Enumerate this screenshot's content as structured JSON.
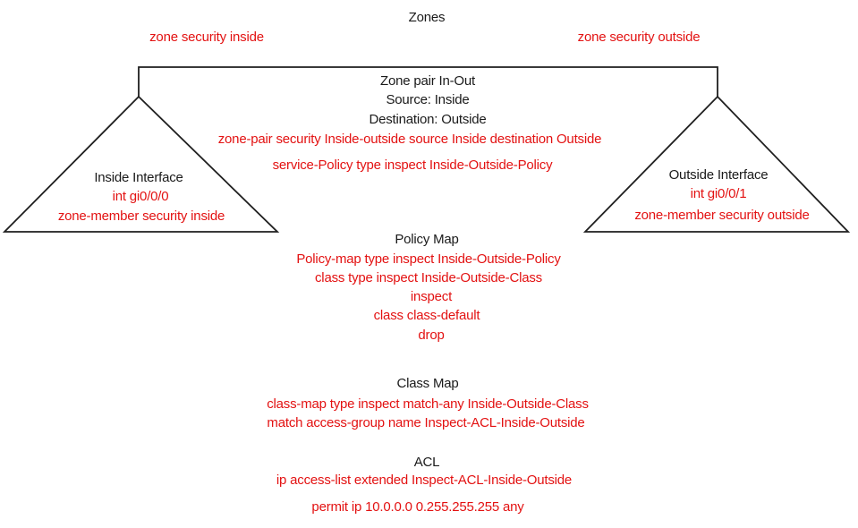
{
  "colors": {
    "background": "#ffffff",
    "text": "#1a1a1a",
    "command": "#e31212",
    "line": "#1f1f1f"
  },
  "zones": {
    "title": "Zones",
    "inside_cmd": "zone security inside",
    "outside_cmd": "zone security outside"
  },
  "zone_pair": {
    "title": "Zone pair In-Out",
    "source": "Source: Inside",
    "destination": "Destination: Outside",
    "cmd_zone_pair": "zone-pair security Inside-outside source Inside destination Outside",
    "cmd_service_policy": "service-Policy type inspect Inside-Outside-Policy"
  },
  "inside_interface": {
    "title": "Inside Interface",
    "cmd_int": "int gi0/0/0",
    "cmd_zone_member": "zone-member security inside"
  },
  "outside_interface": {
    "title": "Outside Interface",
    "cmd_int": "int gi0/0/1",
    "cmd_zone_member": "zone-member security outside"
  },
  "policy_map": {
    "title": "Policy Map",
    "lines": [
      "Policy-map type inspect Inside-Outside-Policy",
      "class type inspect Inside-Outside-Class",
      "inspect",
      "class class-default",
      "drop"
    ]
  },
  "class_map": {
    "title": "Class Map",
    "lines": [
      "class-map type inspect match-any Inside-Outside-Class",
      "match access-group name Inspect-ACL-Inside-Outside"
    ]
  },
  "acl": {
    "title": "ACL",
    "lines": [
      "ip access-list extended Inspect-ACL-Inside-Outside",
      "permit ip 10.0.0.0 0.255.255.255 any"
    ]
  }
}
